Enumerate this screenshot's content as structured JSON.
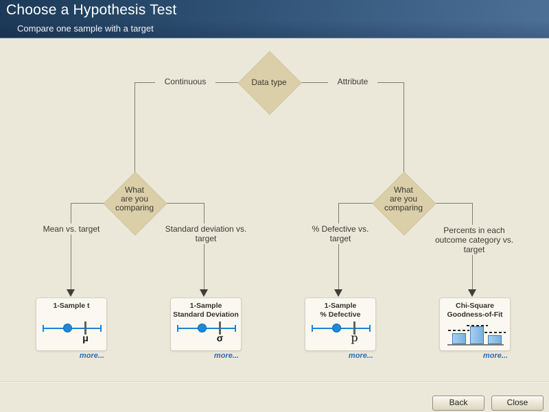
{
  "header": {
    "title": "Choose a Hypothesis Test",
    "subtitle": "Compare one sample with a target"
  },
  "flowchart": {
    "root_label": "Data type",
    "branch_continuous": "Continuous",
    "branch_attribute": "Attribute",
    "decision_left": {
      "line1": "What",
      "line2": "are you",
      "line3": "comparing"
    },
    "decision_right": {
      "line1": "What",
      "line2": "are you",
      "line3": "comparing"
    },
    "path_mean": "Mean vs. target",
    "path_stdev": "Standard deviation vs. target",
    "path_defective": "% Defective vs. target",
    "path_percents": "Percents in each outcome category vs. target",
    "cards": [
      {
        "title1": "1-Sample t",
        "title2": "",
        "symbol": "μ",
        "icon": "interval-plot-icon",
        "more_label": "more..."
      },
      {
        "title1": "1-Sample",
        "title2": "Standard Deviation",
        "symbol": "σ",
        "icon": "interval-plot-icon",
        "more_label": "more..."
      },
      {
        "title1": "1-Sample",
        "title2": "% Defective",
        "symbol": "p",
        "icon": "interval-plot-icon",
        "more_label": "more..."
      },
      {
        "title1": "Chi-Square",
        "title2": "Goodness-of-Fit",
        "symbol": "",
        "icon": "bar-chart-icon",
        "more_label": "more..."
      }
    ]
  },
  "footer": {
    "back_label": "Back",
    "close_label": "Close"
  },
  "colors": {
    "header_top": "#1c3a58",
    "header_right": "#4d7097",
    "background": "#ebe8da",
    "diamond_fill": "#dbcfaa",
    "connector_gray": "#7d7b72",
    "accent_blue": "#1e82d2",
    "link_blue": "#2d6cb3"
  }
}
